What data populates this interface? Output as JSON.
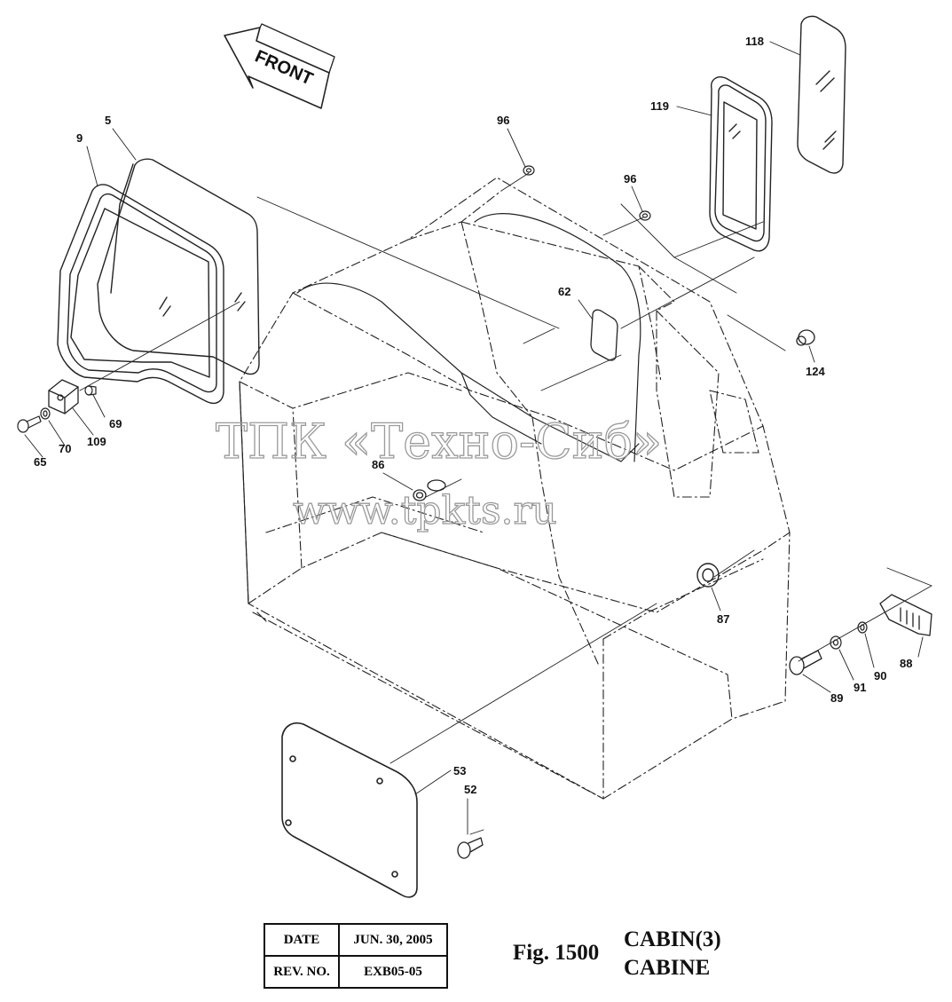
{
  "front_label": "FRONT",
  "watermark": {
    "line1": "ТПК «Техно-Сиб»",
    "line2": "www.tpkts.ru"
  },
  "callouts": {
    "c118": "118",
    "c119": "119",
    "c9": "9",
    "c5": "5",
    "c96a": "96",
    "c96b": "96",
    "c62": "62",
    "c124": "124",
    "c69": "69",
    "c109": "109",
    "c70": "70",
    "c65": "65",
    "c86": "86",
    "c87": "87",
    "c88": "88",
    "c90": "90",
    "c91": "91",
    "c89": "89",
    "c53": "53",
    "c52": "52"
  },
  "title_block": {
    "date_label": "DATE",
    "date_value": "JUN. 30, 2005",
    "rev_label": "REV. NO.",
    "rev_value": "EXB05-05"
  },
  "figure": {
    "number": "Fig. 1500",
    "title_en": "CABIN(3)",
    "title_fr": "CABINE"
  }
}
